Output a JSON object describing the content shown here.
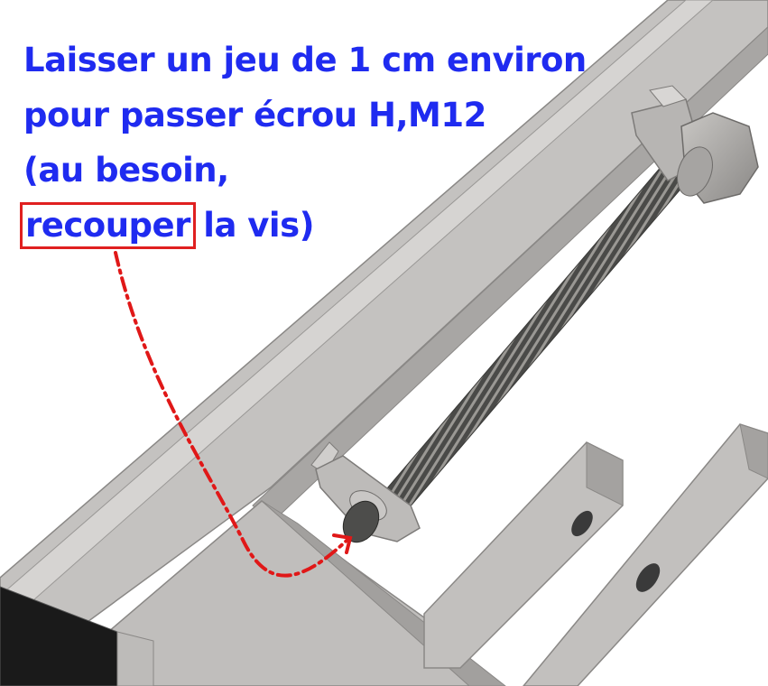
{
  "annotation": {
    "line1": "Laisser un jeu de 1 cm environ",
    "line2": "pour passer écrou H,M12",
    "line3": "(au besoin,",
    "line4_highlight": "recouper",
    "line4_rest": " la vis)"
  },
  "colors": {
    "text": "#1f2bf0",
    "highlight_box": "#e02020",
    "arrow": "#e01818",
    "steel_light": "#c8c6c4",
    "steel_mid": "#a9a7a5",
    "steel_dark": "#7d7b79"
  },
  "icons": [
    "dash-dot-arrow-icon"
  ]
}
